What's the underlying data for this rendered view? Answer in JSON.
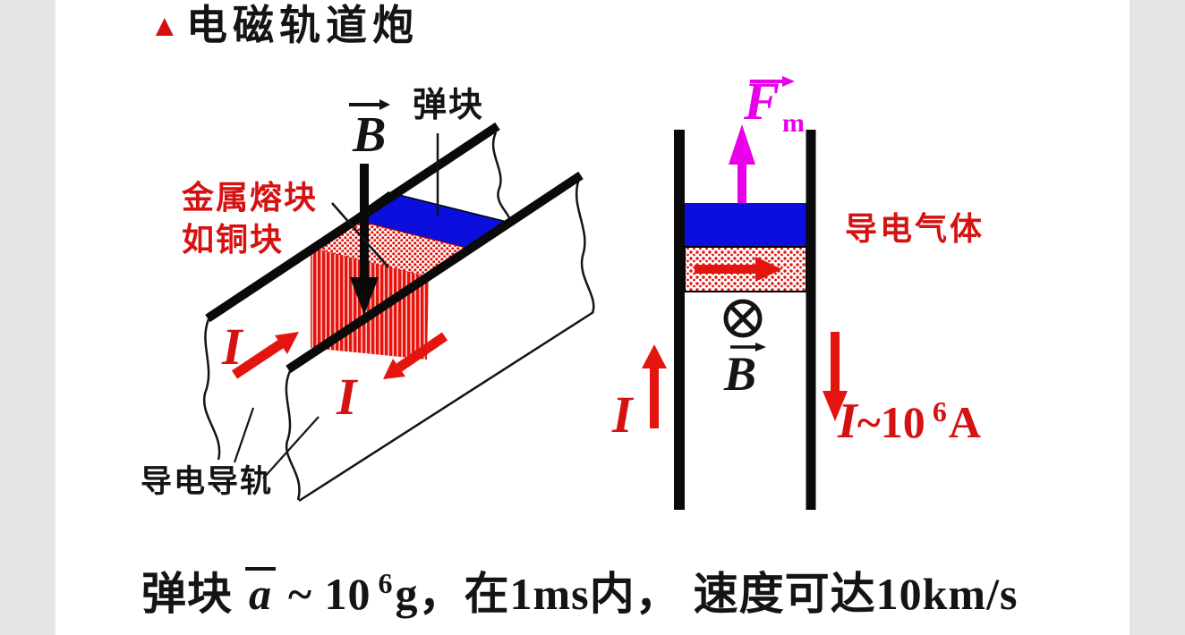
{
  "title": {
    "marker": "▲",
    "text": "电磁轨道炮"
  },
  "left_diagram": {
    "b_vector_label": "B",
    "projectile_label": "弹块",
    "melt_label_line1": "金属熔块",
    "melt_label_line2": "如铜块",
    "current_left": "I",
    "current_middle": "I",
    "rails_label": "导电导轨"
  },
  "right_diagram": {
    "force_label": "F",
    "force_sub": "m",
    "gas_label": "导电气体",
    "b_vector_label": "B",
    "b_into_page_symbol": "⊗",
    "current_left": "I",
    "current_right": {
      "i": "I",
      "approx": "~10",
      "exp": "6",
      "unit": "A"
    }
  },
  "caption": {
    "prefix": "弹块",
    "accel": "a",
    "approx": "~ 10",
    "exp": "6",
    "rest1": "g，在1ms内，",
    "rest2": "速度可达10km/s"
  },
  "icons": {
    "title_marker": "red-triangle-icon",
    "b_into_page": "circle-cross-icon"
  },
  "colors": {
    "red": "#d51212",
    "arrow_red": "#e4150e",
    "blue": "#0b0edd",
    "magenta": "#e800e8",
    "black": "#141414",
    "side_gray": "#e5e5e6"
  }
}
